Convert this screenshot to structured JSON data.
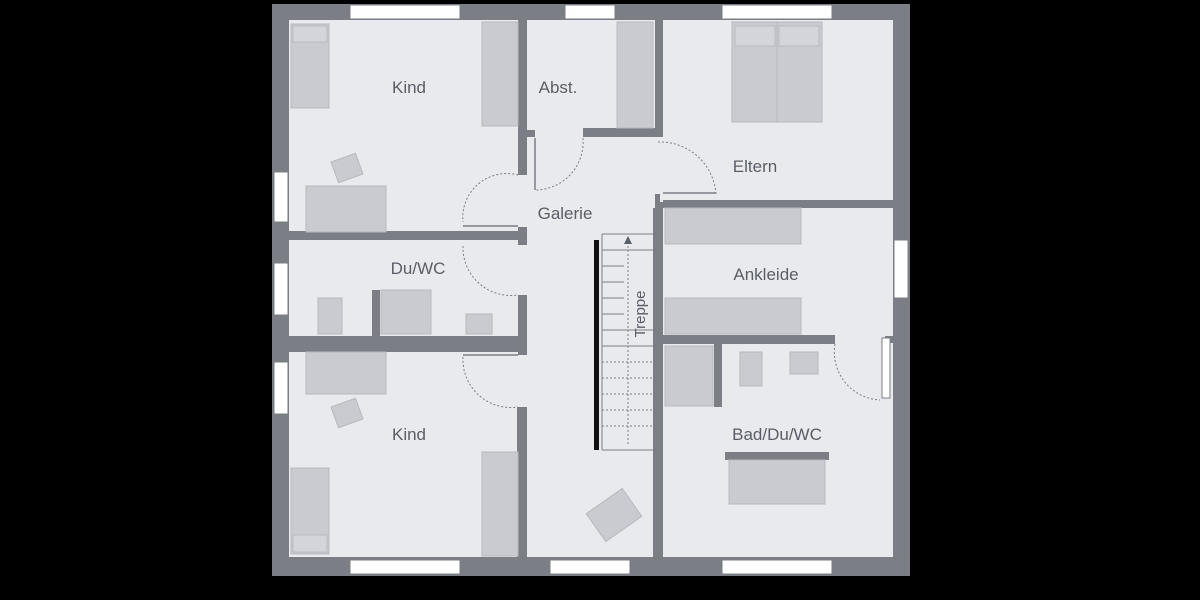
{
  "rooms": {
    "kind_top": "Kind",
    "abst": "Abst.",
    "eltern": "Eltern",
    "galerie": "Galerie",
    "du_wc": "Du/WC",
    "ankleide": "Ankleide",
    "treppe": "Treppe",
    "kind_bottom": "Kind",
    "bad": "Bad/Du/WC"
  }
}
